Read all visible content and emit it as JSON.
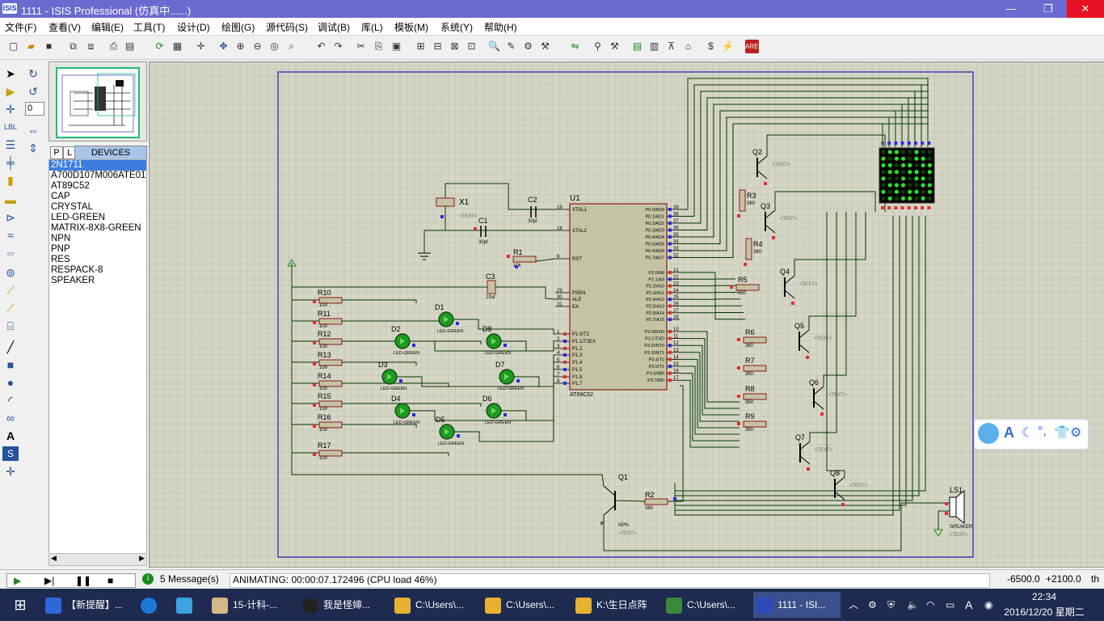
{
  "window": {
    "title": "1111 - ISIS Professional (仿真中......)",
    "logo": "ISIS",
    "minimize": "—",
    "restore": "❐",
    "close": "✕"
  },
  "menu": [
    "文件(F)",
    "查看(V)",
    "编辑(E)",
    "工具(T)",
    "设计(D)",
    "绘图(G)",
    "源代码(S)",
    "调试(B)",
    "库(L)",
    "模板(M)",
    "系统(Y)",
    "帮助(H)"
  ],
  "rotation_value": "0",
  "devices_panel": {
    "tab_p": "P",
    "tab_l": "L",
    "header": "DEVICES",
    "items": [
      "2N1711",
      "A700D107M006ATE018",
      "AT89C52",
      "CAP",
      "CRYSTAL",
      "LED-GREEN",
      "MATRIX-8X8-GREEN",
      "NPN",
      "PNP",
      "RES",
      "RESPACK-8",
      "SPEAKER"
    ],
    "selected": "2N1711"
  },
  "schematic": {
    "mcu_ref": "U1",
    "mcu_part": "AT89C52",
    "text_tag": "<TEXT>",
    "mcu_left_pins": [
      {
        "num": "19",
        "name": "XTAL1"
      },
      {
        "num": "18",
        "name": "XTAL2"
      },
      {
        "num": "9",
        "name": "RST"
      },
      {
        "num": "29",
        "name": "PSEN"
      },
      {
        "num": "30",
        "name": "ALE"
      },
      {
        "num": "31",
        "name": "EA"
      },
      {
        "num": "1",
        "name": "P1.0/T2"
      },
      {
        "num": "2",
        "name": "P1.1/T2EX"
      },
      {
        "num": "3",
        "name": "P1.2"
      },
      {
        "num": "4",
        "name": "P1.3"
      },
      {
        "num": "5",
        "name": "P1.4"
      },
      {
        "num": "6",
        "name": "P1.5"
      },
      {
        "num": "7",
        "name": "P1.6"
      },
      {
        "num": "8",
        "name": "P1.7"
      }
    ],
    "mcu_right_pins": [
      {
        "num": "39",
        "name": "P0.0/AD0"
      },
      {
        "num": "38",
        "name": "P0.1/AD1"
      },
      {
        "num": "37",
        "name": "P0.2/AD2"
      },
      {
        "num": "36",
        "name": "P0.3/AD3"
      },
      {
        "num": "35",
        "name": "P0.4/AD4"
      },
      {
        "num": "34",
        "name": "P0.5/AD5"
      },
      {
        "num": "33",
        "name": "P0.6/AD6"
      },
      {
        "num": "32",
        "name": "P0.7/AD7"
      },
      {
        "num": "21",
        "name": "P2.0/A8"
      },
      {
        "num": "22",
        "name": "P2.1/A9"
      },
      {
        "num": "23",
        "name": "P2.2/A10"
      },
      {
        "num": "24",
        "name": "P2.3/A11"
      },
      {
        "num": "25",
        "name": "P2.4/A12"
      },
      {
        "num": "26",
        "name": "P2.5/A13"
      },
      {
        "num": "27",
        "name": "P2.6/A14"
      },
      {
        "num": "28",
        "name": "P2.7/A15"
      },
      {
        "num": "10",
        "name": "P3.0/RXD"
      },
      {
        "num": "11",
        "name": "P3.1/TXD"
      },
      {
        "num": "12",
        "name": "P3.2/INT0"
      },
      {
        "num": "13",
        "name": "P3.3/INT1"
      },
      {
        "num": "14",
        "name": "P3.4/T0"
      },
      {
        "num": "15",
        "name": "P3.5/T1"
      },
      {
        "num": "16",
        "name": "P3.6/WR"
      },
      {
        "num": "17",
        "name": "P3.7/RD"
      }
    ],
    "crystal": "X1",
    "caps": [
      {
        "ref": "C1",
        "value": "30pf"
      },
      {
        "ref": "C2",
        "value": "30pf"
      },
      {
        "ref": "C3",
        "value": "10uf"
      }
    ],
    "r1": {
      "ref": "R1",
      "value": "10k"
    },
    "r2": {
      "ref": "R2",
      "value": "360"
    },
    "row_resistors": [
      {
        "ref": "R3",
        "value": "360"
      },
      {
        "ref": "R4",
        "value": "360"
      },
      {
        "ref": "R5",
        "value": "360"
      },
      {
        "ref": "R6",
        "value": "360"
      },
      {
        "ref": "R7",
        "value": "360"
      },
      {
        "ref": "R8",
        "value": "360"
      },
      {
        "ref": "R9",
        "value": "360"
      }
    ],
    "led_resistors": [
      {
        "ref": "R10",
        "value": "100"
      },
      {
        "ref": "R11",
        "value": "100"
      },
      {
        "ref": "R12",
        "value": "100"
      },
      {
        "ref": "R13",
        "value": "100"
      },
      {
        "ref": "R14",
        "value": "100"
      },
      {
        "ref": "R15",
        "value": "100"
      },
      {
        "ref": "R16",
        "value": "100"
      },
      {
        "ref": "R17",
        "value": "100"
      }
    ],
    "leds": [
      {
        "ref": "D1",
        "part": "LED-GREEN"
      },
      {
        "ref": "D2",
        "part": "LED-GREEN"
      },
      {
        "ref": "D8",
        "part": "LED-GREEN"
      },
      {
        "ref": "D3",
        "part": "LED-GREEN"
      },
      {
        "ref": "D7",
        "part": "LED-GREEN"
      },
      {
        "ref": "D4",
        "part": "LED-GREEN"
      },
      {
        "ref": "D6",
        "part": "LED-GREEN"
      },
      {
        "ref": "D5",
        "part": "LED-GREEN"
      }
    ],
    "transistors": [
      "Q2",
      "Q3",
      "Q4",
      "Q5",
      "Q6",
      "Q7",
      "Q8"
    ],
    "q1": {
      "ref": "Q1",
      "part": "NPN"
    },
    "speaker": {
      "ref": "LS1",
      "part": "SPEAKER"
    },
    "matrix_lit": [
      [
        0,
        1,
        1,
        0,
        0,
        1,
        0,
        0
      ],
      [
        1,
        0,
        1,
        1,
        0,
        1,
        1,
        0
      ],
      [
        1,
        1,
        0,
        1,
        1,
        0,
        1,
        1
      ],
      [
        0,
        1,
        1,
        0,
        1,
        1,
        0,
        1
      ],
      [
        1,
        0,
        0,
        1,
        0,
        1,
        1,
        0
      ],
      [
        0,
        1,
        1,
        1,
        0,
        0,
        1,
        1
      ],
      [
        1,
        0,
        1,
        0,
        1,
        1,
        0,
        1
      ],
      [
        0,
        1,
        0,
        1,
        1,
        0,
        1,
        0
      ]
    ],
    "colors": {
      "wire": "#003a00",
      "border": "#1b1bb0",
      "part_body": "#c4c4a4",
      "part_outline": "#8a1a1a",
      "led_on": "#1e9a1e",
      "pin_red": "#e0302a",
      "pin_blue": "#2a2ae0"
    }
  },
  "status": {
    "messages": "5 Message(s)",
    "animating": "ANIMATING: 00:00:07.172496 (CPU load 46%)",
    "coords_x": "-6500.0",
    "coords_y": "+2100.0",
    "units": "th"
  },
  "taskbar": {
    "items": [
      "【新提醒】...",
      "15-计科-...",
      "我是怪婶...",
      "C:\\Users\\...",
      "C:\\Users\\...",
      "K:\\生日点阵",
      "C:\\Users\\...",
      "1111 - ISI..."
    ],
    "time": "22:34",
    "date": "2016/12/20 星期二",
    "ime": "A"
  },
  "float_toolbar": {
    "label": "A"
  }
}
